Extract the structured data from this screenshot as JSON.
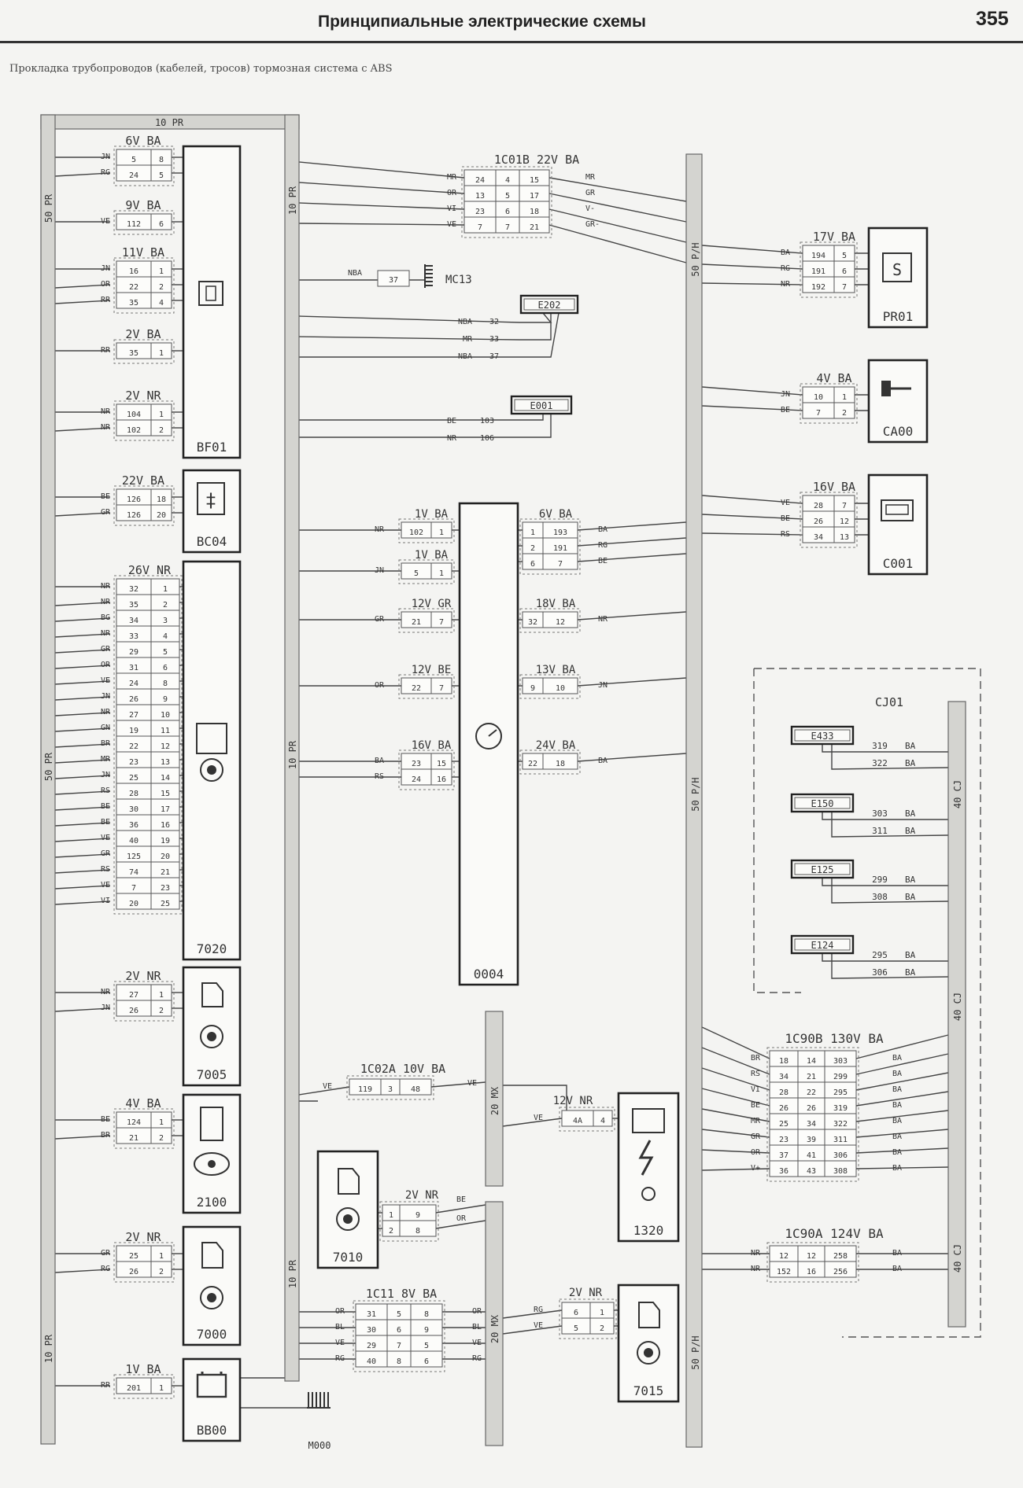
{
  "header": {
    "title": "Принципиальные электрические схемы",
    "page_number": "355"
  },
  "caption": "Прокладка трубопроводов (кабелей, тросов) тормозная система с ABS",
  "harness_labels": {
    "top_left": "10 PR",
    "left_main_1": "50 PR",
    "left_main_2": "50 PR",
    "left_bottom": "10 PR",
    "col2_top": "10 PR",
    "col2_mid": "10 PR",
    "col2_bottom": "10 PR",
    "right_main_1": "50 P/H",
    "right_main_2": "50 P/H",
    "right_main_3": "50 P/H",
    "center_upper": "20 MX",
    "center_lower": "20 MX",
    "cj_1": "40 CJ",
    "cj_2": "40 CJ",
    "cj_3": "40 CJ"
  },
  "components": {
    "BF01": {
      "label": "BF01"
    },
    "BC04": {
      "label": "BC04"
    },
    "7020": {
      "label": "7020"
    },
    "7005": {
      "label": "7005"
    },
    "2100": {
      "label": "2100"
    },
    "7000": {
      "label": "7000"
    },
    "BB00": {
      "label": "BB00"
    },
    "7010": {
      "label": "7010"
    },
    "0004": {
      "label": "0004"
    },
    "1320": {
      "label": "1320"
    },
    "7015": {
      "label": "7015"
    },
    "PR01": {
      "label": "PR01"
    },
    "CA00": {
      "label": "CA00"
    },
    "C001": {
      "label": "C001"
    },
    "CJ01": {
      "label": "CJ01"
    },
    "MC13": {
      "label": "MC13"
    },
    "M000": {
      "label": "M000"
    }
  },
  "small_boxes": [
    "E202",
    "E001",
    "E433",
    "E150",
    "E125",
    "E124"
  ],
  "connectors": {
    "c6vba": {
      "title": "6V BA",
      "wires": [
        "JN",
        "RG"
      ],
      "rows": [
        [
          "5",
          "8"
        ],
        [
          "24",
          "5"
        ]
      ]
    },
    "c9vba": {
      "title": "9V BA",
      "wires": [
        "VE"
      ],
      "rows": [
        [
          "112",
          "6"
        ]
      ]
    },
    "c11vba": {
      "title": "11V BA",
      "wires": [
        "JN",
        "OR",
        "RR"
      ],
      "rows": [
        [
          "16",
          "1"
        ],
        [
          "22",
          "2"
        ],
        [
          "35",
          "4"
        ]
      ]
    },
    "c2vba": {
      "title": "2V BA",
      "wires": [
        "RR"
      ],
      "rows": [
        [
          "35",
          "1"
        ]
      ]
    },
    "c2vnr_a": {
      "title": "2V NR",
      "wires": [
        "NR",
        "NR"
      ],
      "rows": [
        [
          "104",
          "1"
        ],
        [
          "102",
          "2"
        ]
      ]
    },
    "c22vba": {
      "title": "22V BA",
      "wires": [
        "BE",
        "GR"
      ],
      "rows": [
        [
          "126",
          "18"
        ],
        [
          "126",
          "20"
        ]
      ]
    },
    "c26vnr": {
      "title": "26V NR",
      "wires": [
        "NR",
        "NR",
        "BG",
        "NR",
        "GR",
        "OR",
        "VE",
        "JN",
        "NR",
        "GN",
        "BR",
        "MR",
        "JN",
        "RS",
        "BE",
        "BE",
        "VE",
        "GR",
        "RS",
        "VE",
        "VI"
      ],
      "rows": [
        [
          "32",
          "1"
        ],
        [
          "35",
          "2"
        ],
        [
          "34",
          "3"
        ],
        [
          "33",
          "4"
        ],
        [
          "29",
          "5"
        ],
        [
          "31",
          "6"
        ],
        [
          "24",
          "8"
        ],
        [
          "26",
          "9"
        ],
        [
          "27",
          "10"
        ],
        [
          "19",
          "11"
        ],
        [
          "22",
          "12"
        ],
        [
          "23",
          "13"
        ],
        [
          "25",
          "14"
        ],
        [
          "28",
          "15"
        ],
        [
          "30",
          "17"
        ],
        [
          "36",
          "16"
        ],
        [
          "40",
          "19"
        ],
        [
          "125",
          "20"
        ],
        [
          "74",
          "21"
        ],
        [
          "7",
          "23"
        ],
        [
          "20",
          "25"
        ]
      ]
    },
    "c2vnr_b": {
      "title": "2V NR",
      "wires": [
        "NR",
        "JN"
      ],
      "rows": [
        [
          "27",
          "1"
        ],
        [
          "26",
          "2"
        ]
      ]
    },
    "c4vba_l": {
      "title": "4V BA",
      "wires": [
        "BE",
        "BR"
      ],
      "rows": [
        [
          "124",
          "1"
        ],
        [
          "21",
          "2"
        ]
      ]
    },
    "c2vnr_c": {
      "title": "2V NR",
      "wires": [
        "GR",
        "RG"
      ],
      "rows": [
        [
          "25",
          "1"
        ],
        [
          "26",
          "2"
        ]
      ]
    },
    "c1vba_bb": {
      "title": "1V BA",
      "wires": [
        "RR"
      ],
      "rows": [
        [
          "201",
          "1"
        ]
      ]
    },
    "ic01b": {
      "title": "1C01B   22V BA",
      "wires_left": [
        "MR",
        "OR",
        "VI",
        "VE"
      ],
      "wires_right": [
        "MR",
        "GR",
        "V-",
        "GR-"
      ],
      "rows": [
        [
          "24",
          "4",
          "15"
        ],
        [
          "13",
          "5",
          "17"
        ],
        [
          "23",
          "6",
          "18"
        ],
        [
          "7",
          "7",
          "21"
        ]
      ]
    },
    "mc13": {
      "wire": "NBA",
      "cell": "37"
    },
    "e202": {
      "wires": [
        "NBA",
        "MR",
        "NBA"
      ],
      "cells": [
        "32",
        "33",
        "37"
      ]
    },
    "e001": {
      "wires": [
        "BE",
        "NR"
      ],
      "cells": [
        "103",
        "106"
      ]
    },
    "c0004_1vba_a": {
      "title": "1V BA",
      "wire": "NR",
      "rows": [
        [
          "102",
          "1"
        ]
      ]
    },
    "c0004_1vba_b": {
      "title": "1V BA",
      "wire": "JN",
      "rows": [
        [
          "5",
          "1"
        ]
      ]
    },
    "c0004_12vgr": {
      "title": "12V GR",
      "wire": "GR",
      "rows": [
        [
          "21",
          "7"
        ]
      ]
    },
    "c0004_12vbe": {
      "title": "12V BE",
      "wire": "OR",
      "rows": [
        [
          "22",
          "7"
        ]
      ]
    },
    "c0004_16vba": {
      "title": "16V BA",
      "wires": [
        "BA",
        "RS"
      ],
      "rows": [
        [
          "23",
          "15"
        ],
        [
          "24",
          "16"
        ]
      ]
    },
    "c0004_6vba": {
      "title": "6V BA",
      "wires": [
        "BA",
        "RG",
        "BE"
      ],
      "rows": [
        [
          "1",
          "193"
        ],
        [
          "2",
          "191"
        ],
        [
          "6",
          "7"
        ]
      ]
    },
    "c0004_18vba": {
      "title": "18V BA",
      "wire": "NR",
      "rows": [
        [
          "32",
          "12"
        ]
      ]
    },
    "c0004_13vba": {
      "title": "13V BA",
      "wire": "JN",
      "rows": [
        [
          "9",
          "10"
        ]
      ]
    },
    "c0004_24vba": {
      "title": "24V BA",
      "wire": "BA",
      "rows": [
        [
          "22",
          "18"
        ]
      ]
    },
    "ic02a": {
      "title": "1C02A   10V BA",
      "wires": [
        "VE",
        "VE"
      ],
      "rows": [
        [
          "119",
          "3",
          "48"
        ]
      ]
    },
    "c1320": {
      "title": "12V NR",
      "wire": "VE",
      "rows": [
        [
          "4A",
          "4"
        ]
      ]
    },
    "c7010": {
      "title": "2V NR",
      "wires": [
        "BE",
        "OR"
      ],
      "rows": [
        [
          "1",
          "9"
        ],
        [
          "2",
          "8"
        ]
      ]
    },
    "ic11": {
      "title": "1C11   8V BA",
      "wires_left": [
        "OR",
        "BL",
        "VE",
        "RG"
      ],
      "wires_right": [
        "OR",
        "BL",
        "VE",
        "RG"
      ],
      "rows": [
        [
          "31",
          "5",
          "8"
        ],
        [
          "30",
          "6",
          "9"
        ],
        [
          "29",
          "7",
          "5"
        ],
        [
          "40",
          "8",
          "6"
        ]
      ]
    },
    "c7015": {
      "title": "2V NR",
      "wires": [
        "RG",
        "VE"
      ],
      "rows": [
        [
          "6",
          "1"
        ],
        [
          "5",
          "2"
        ]
      ]
    },
    "cpr01": {
      "title": "17V BA",
      "wires": [
        "BA",
        "RG",
        "NR"
      ],
      "rows": [
        [
          "194",
          "5"
        ],
        [
          "191",
          "6"
        ],
        [
          "192",
          "7"
        ]
      ]
    },
    "cca00": {
      "title": "4V BA",
      "wires": [
        "JN",
        "BE"
      ],
      "rows": [
        [
          "10",
          "1"
        ],
        [
          "7",
          "2"
        ]
      ]
    },
    "cc001": {
      "title": "16V BA",
      "wires": [
        "VE",
        "BE",
        "RS"
      ],
      "rows": [
        [
          "28",
          "7"
        ],
        [
          "26",
          "12"
        ],
        [
          "34",
          "13"
        ]
      ]
    },
    "cj01": {
      "title": "CJ01",
      "groups": [
        {
          "box": "E433",
          "rows": [
            [
              "319",
              "BA"
            ],
            [
              "322",
              "BA"
            ]
          ]
        },
        {
          "box": "E150",
          "rows": [
            [
              "303",
              "BA"
            ],
            [
              "311",
              "BA"
            ]
          ]
        },
        {
          "box": "E125",
          "rows": [
            [
              "299",
              "BA"
            ],
            [
              "308",
              "BA"
            ]
          ]
        },
        {
          "box": "E124",
          "rows": [
            [
              "295",
              "BA"
            ],
            [
              "306",
              "BA"
            ]
          ]
        }
      ]
    },
    "ic90b": {
      "title": "1C90B   130V BA",
      "wires_left": [
        "BR",
        "RS",
        "VI",
        "BE",
        "MR",
        "GR",
        "OR",
        "V+"
      ],
      "wires_right": [
        "BA",
        "BA",
        "BA",
        "BA",
        "BA",
        "BA",
        "BA",
        "BA"
      ],
      "rows": [
        [
          "18",
          "14",
          "303"
        ],
        [
          "34",
          "21",
          "299"
        ],
        [
          "28",
          "22",
          "295"
        ],
        [
          "26",
          "26",
          "319"
        ],
        [
          "25",
          "34",
          "322"
        ],
        [
          "23",
          "39",
          "311"
        ],
        [
          "37",
          "41",
          "306"
        ],
        [
          "36",
          "43",
          "308"
        ]
      ]
    },
    "ic90a": {
      "title": "1C90A   124V BA",
      "wires_left": [
        "NR",
        "NR"
      ],
      "wires_right": [
        "BA",
        "BA"
      ],
      "rows": [
        [
          "12",
          "12",
          "258"
        ],
        [
          "152",
          "16",
          "256"
        ]
      ]
    }
  }
}
